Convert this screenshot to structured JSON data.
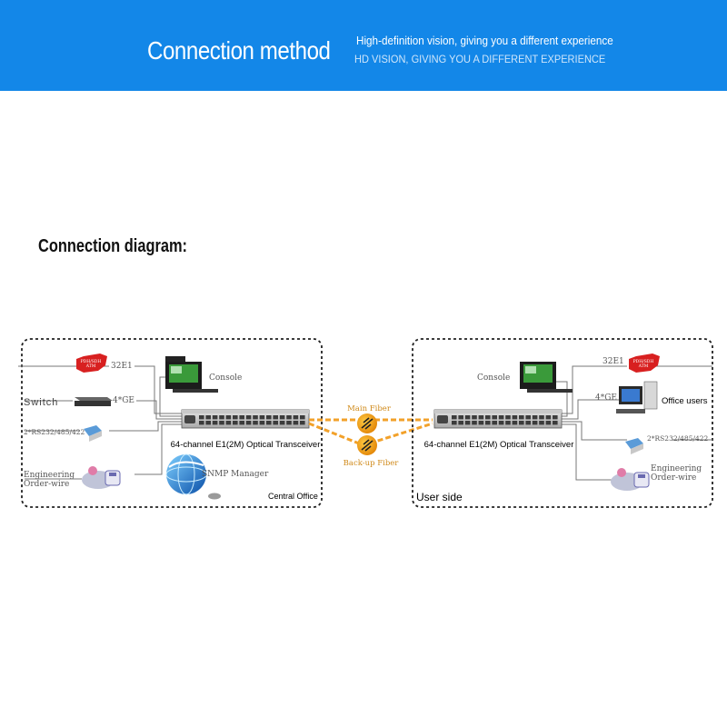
{
  "header": {
    "title": "Connection method",
    "subtitle": "High-definition vision, giving you a different experience",
    "subtitle_en": "HD VISION, GIVING YOU A DIFFERENT EXPERIENCE"
  },
  "section": {
    "heading": "Connection diagram:"
  },
  "diagram": {
    "central": {
      "name": "Central Office",
      "device": "64-channel E1(2M) Optical Transceiver",
      "labels": {
        "e1": "32E1",
        "console": "Console",
        "switch": "Switch",
        "ge": "4*GE",
        "serial": "2*RS232/485/422",
        "orderwire_1": "Engineering",
        "orderwire_2": "Order-wire",
        "snmp": "SNMP Manager",
        "pdh": "PDH/SDH\nATM"
      }
    },
    "user": {
      "name": "User side",
      "device": "64-channel E1(2M) Optical Transceiver",
      "labels": {
        "e1": "32E1",
        "console": "Console",
        "ge": "4*GE",
        "office": "Office users",
        "serial": "2*RS232/485/422",
        "orderwire_1": "Engineering",
        "orderwire_2": "Order-wire",
        "pdh": "PDH/SDH\nATM"
      }
    },
    "fiber": {
      "main": "Main Fiber",
      "backup": "Back-up Fiber"
    }
  }
}
